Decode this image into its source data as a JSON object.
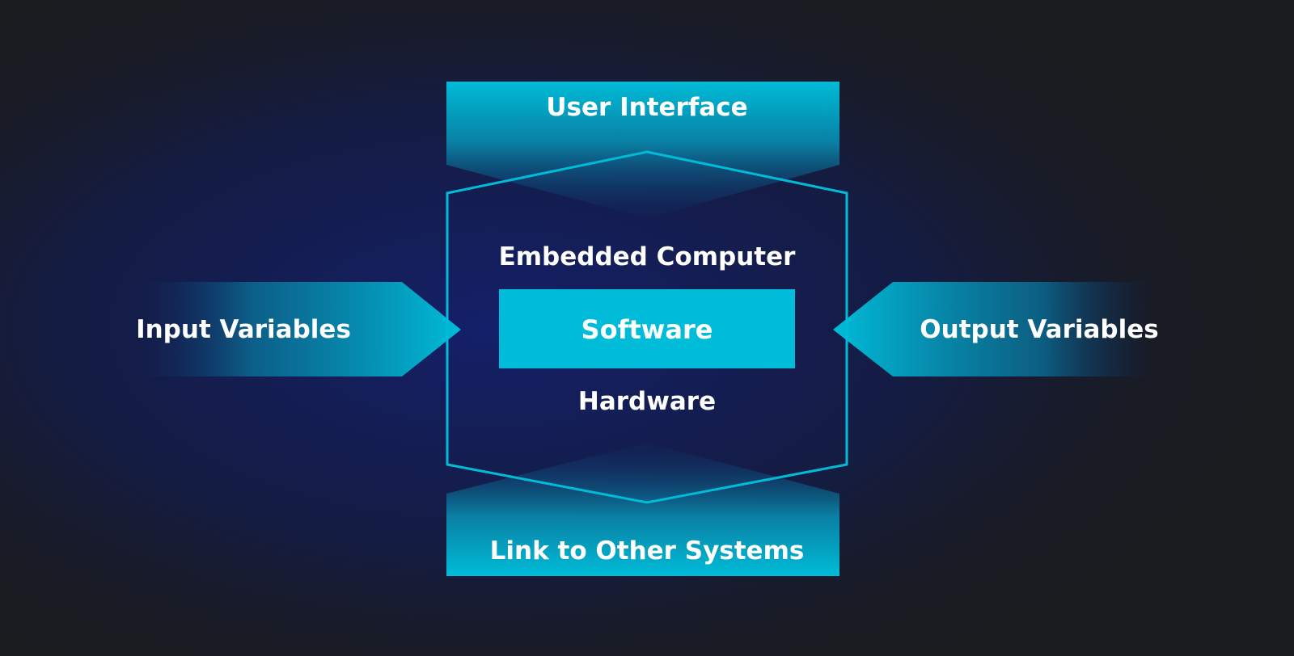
{
  "colors": {
    "background": "#1a1b1f",
    "glow": "#14206e",
    "accent": "#00bcd8",
    "text": "#ffffff"
  },
  "diagram": {
    "top_block": {
      "label": "User Interface"
    },
    "bottom_block": {
      "label": "Link to Other Systems"
    },
    "left_arrow": {
      "label": "Input Variables"
    },
    "right_arrow": {
      "label": "Output Variables"
    },
    "center": {
      "title": "Embedded Computer",
      "software_label": "Software",
      "hardware_label": "Hardware"
    }
  }
}
